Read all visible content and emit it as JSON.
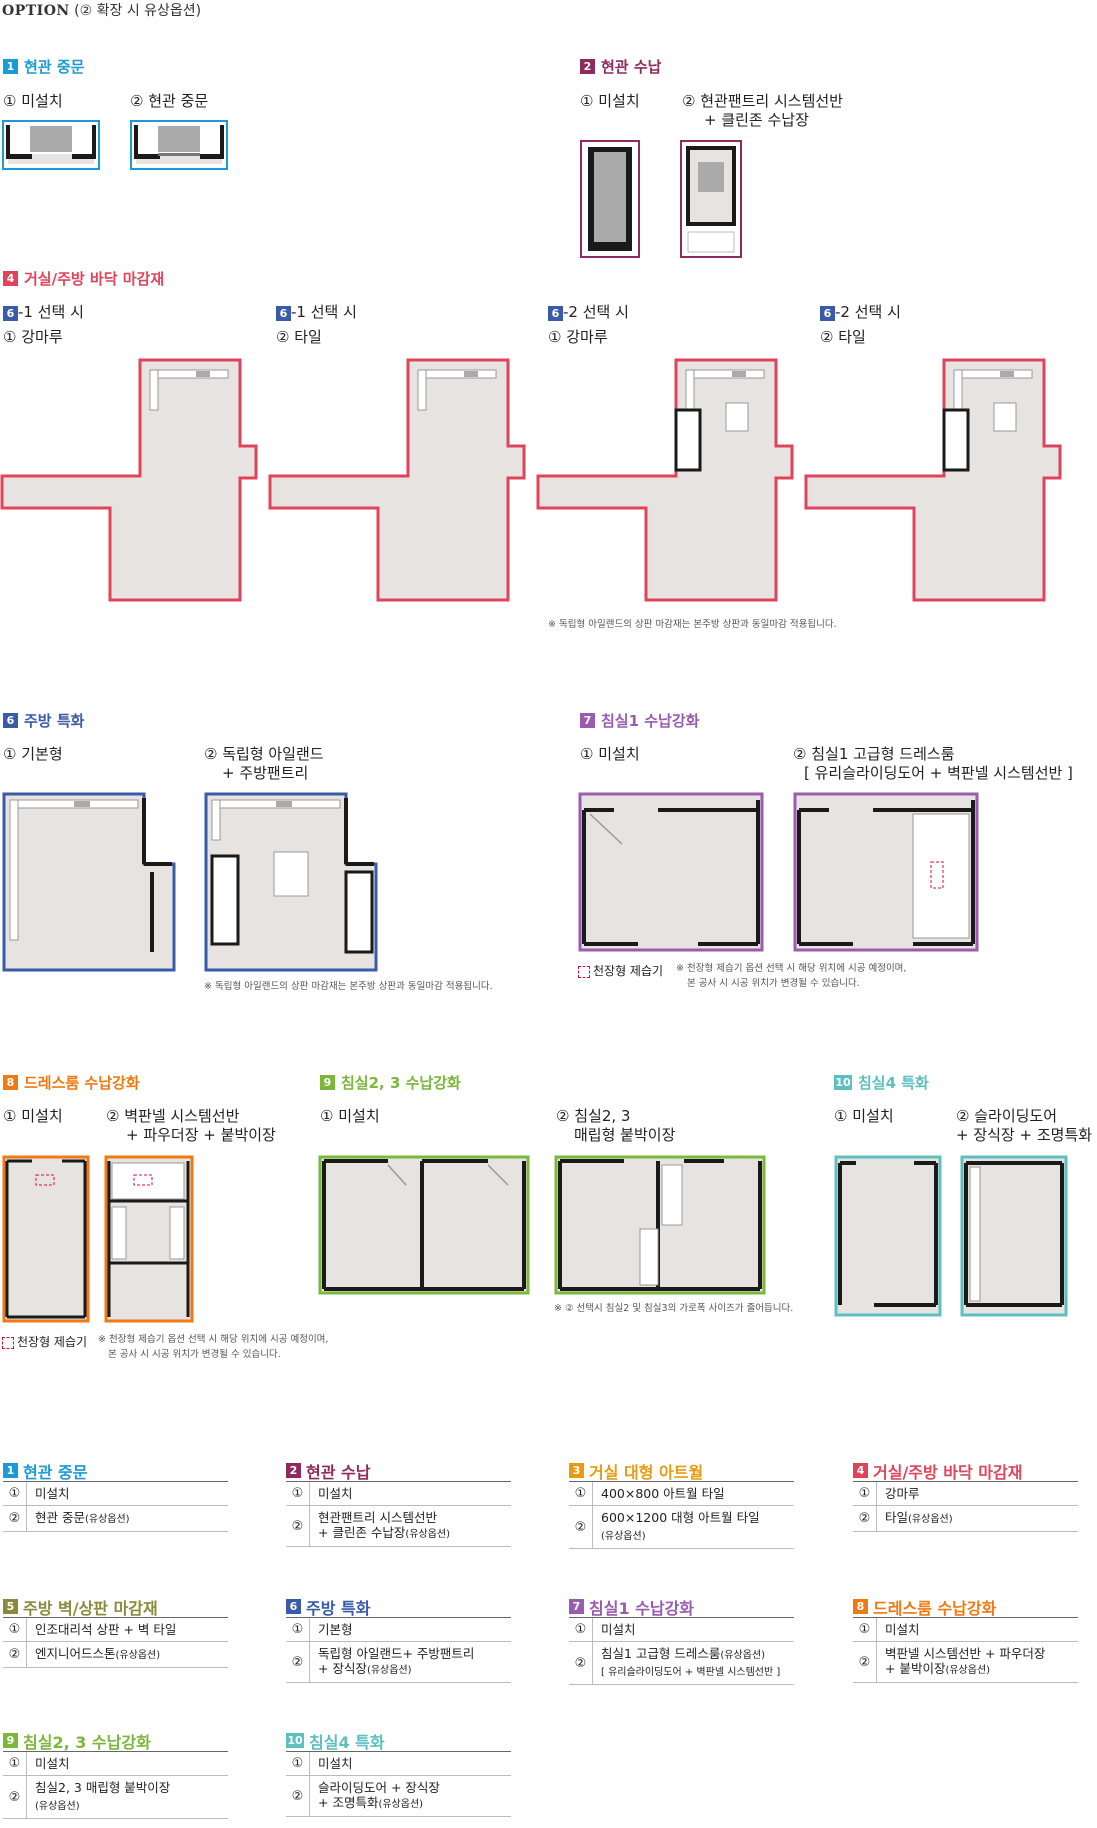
{
  "header": {
    "title": "OPTION",
    "subtitle": "(② 확장 시 유상옵션)"
  },
  "colors": {
    "c1": "#1a9ad6",
    "c2": "#8f2a5e",
    "c3": "#e79b10",
    "c4": "#e0445a",
    "c5": "#8a8b3a",
    "c6": "#3a5ba8",
    "c7": "#9a5bb0",
    "c8": "#ef7a14",
    "c9": "#7ab73a",
    "c10": "#5cc0c0",
    "floor": "#e6e3e0",
    "wall": "#1a1a1a"
  },
  "s1": {
    "num": "1",
    "title": "현관 중문",
    "o1": "① 미설치",
    "o2": "② 현관 중문"
  },
  "s2": {
    "num": "2",
    "title": "현관 수납",
    "o1": "① 미설치",
    "o2a": "② 현관팬트리 시스템선반",
    "o2b": "+ 클린존 수납장"
  },
  "s4": {
    "num": "4",
    "title": "거실/주방 바닥 마감재",
    "cols": [
      {
        "tag": "6",
        "sel": "-1 선택 시",
        "opt": "① 강마루"
      },
      {
        "tag": "6",
        "sel": "-1 선택 시",
        "opt": "② 타일"
      },
      {
        "tag": "6",
        "sel": "-2 선택 시",
        "opt": "① 강마루"
      },
      {
        "tag": "6",
        "sel": "-2 선택 시",
        "opt": "② 타일"
      }
    ],
    "note": "※ 독립형 아일랜드의 상판 마감재는 본주방 상판과 동일마감 적용됩니다."
  },
  "s6": {
    "num": "6",
    "title": "주방 특화",
    "o1": "① 기본형",
    "o2a": "② 독립형 아일랜드",
    "o2b": "+ 주방팬트리",
    "note": "※ 독립형 아일랜드의 상판 마감재는 본주방 상판과 동일마감 적용됩니다."
  },
  "s7": {
    "num": "7",
    "title": "침실1 수납강화",
    "o1": "① 미설치",
    "o2a": "② 침실1 고급형 드레스룸",
    "o2b": "[ 유리슬라이딩도어 + 벽판넬 시스템선반 ]",
    "ceil": "천장형 제습기",
    "note1": "※ 천장형 제습기 옵션 선택 시 해당 위치에 시공 예정이며,",
    "note2": "본 공사 시 시공 위치가 변경될 수 있습니다."
  },
  "s8": {
    "num": "8",
    "title": "드레스룸 수납강화",
    "o1": "① 미설치",
    "o2a": "② 벽판넬 시스템선반",
    "o2b": "+ 파우더장 + 붙박이장",
    "ceil": "천장형 제습기",
    "note1": "※ 천장형 제습기 옵션 선택 시 해당 위치에 시공 예정이며,",
    "note2": "본 공사 시 시공 위치가 변경될 수 있습니다."
  },
  "s9": {
    "num": "9",
    "title": "침실2, 3 수납강화",
    "o1": "① 미설치",
    "o2a": "② 침실2, 3",
    "o2b": "매립형 붙박이장",
    "note": "※ ② 선택시 침실2 및 침실3의 가로폭 사이즈가 줄어듭니다."
  },
  "s10": {
    "num": "10",
    "title": "침실4 특화",
    "o1": "① 미설치",
    "o2a": "② 슬라이딩도어",
    "o2b": "+ 장식장 + 조명특화"
  },
  "tables": [
    {
      "num": "1",
      "title": "현관 중문",
      "rows": [
        {
          "n": "①",
          "t": "미설치",
          "s": ""
        },
        {
          "n": "②",
          "t": "현관 중문",
          "s": "(유상옵션)"
        }
      ]
    },
    {
      "num": "2",
      "title": "현관 수납",
      "rows": [
        {
          "n": "①",
          "t": "미설치",
          "s": ""
        },
        {
          "n": "②",
          "t": "현관팬트리 시스템선반\n+ 클린존 수납장",
          "s": "(유상옵션)"
        }
      ]
    },
    {
      "num": "3",
      "title": "거실 대형 아트월",
      "rows": [
        {
          "n": "①",
          "t": "400×800 아트월 타일",
          "s": ""
        },
        {
          "n": "②",
          "t": "600×1200 대형 아트월 타일",
          "s": "\n(유상옵션)"
        }
      ]
    },
    {
      "num": "4",
      "title": "거실/주방 바닥 마감재",
      "rows": [
        {
          "n": "①",
          "t": "강마루",
          "s": ""
        },
        {
          "n": "②",
          "t": "타일",
          "s": "(유상옵션)"
        }
      ]
    },
    {
      "num": "5",
      "title": "주방 벽/상판 마감재",
      "rows": [
        {
          "n": "①",
          "t": "인조대리석 상판 + 벽 타일",
          "s": ""
        },
        {
          "n": "②",
          "t": "엔지니어드스톤",
          "s": "(유상옵션)"
        }
      ]
    },
    {
      "num": "6",
      "title": "주방 특화",
      "rows": [
        {
          "n": "①",
          "t": "기본형",
          "s": ""
        },
        {
          "n": "②",
          "t": "독립형 아일랜드+ 주방팬트리\n+ 장식장",
          "s": "(유상옵션)"
        }
      ]
    },
    {
      "num": "7",
      "title": "침실1 수납강화",
      "rows": [
        {
          "n": "①",
          "t": "미설치",
          "s": ""
        },
        {
          "n": "②",
          "t": "침실1 고급형 드레스룸",
          "s": "(유상옵션)\n[ 유리슬라이딩도어 + 벽판넬 시스템선반 ]"
        }
      ]
    },
    {
      "num": "8",
      "title": "드레스룸 수납강화",
      "rows": [
        {
          "n": "①",
          "t": "미설치",
          "s": ""
        },
        {
          "n": "②",
          "t": "벽판넬 시스템선반 + 파우더장\n+ 붙박이장",
          "s": "(유상옵션)"
        }
      ]
    },
    {
      "num": "9",
      "title": "침실2, 3 수납강화",
      "rows": [
        {
          "n": "①",
          "t": "미설치",
          "s": ""
        },
        {
          "n": "②",
          "t": "침실2, 3 매립형 붙박이장",
          "s": "\n(유상옵션)"
        }
      ]
    },
    {
      "num": "10",
      "title": "침실4 특화",
      "rows": [
        {
          "n": "①",
          "t": "미설치",
          "s": ""
        },
        {
          "n": "②",
          "t": "슬라이딩도어 + 장식장\n+ 조명특화",
          "s": "(유상옵션)"
        }
      ]
    }
  ]
}
